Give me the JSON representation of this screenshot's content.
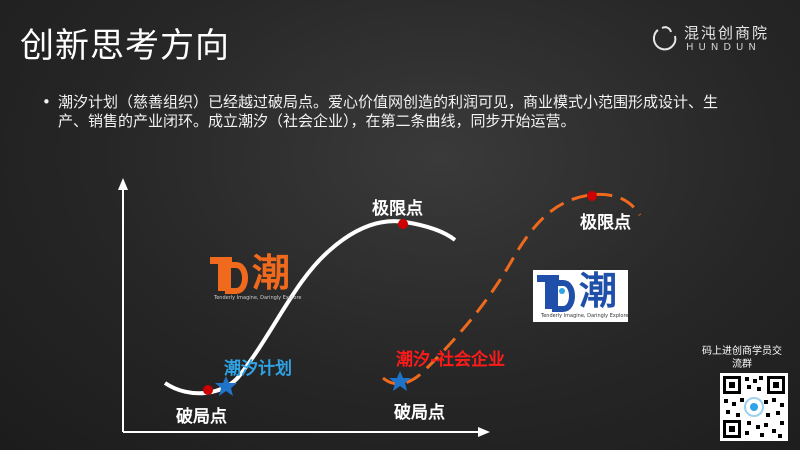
{
  "slide": {
    "title": "创新思考方向",
    "brand": {
      "name_cn": "混沌创商院",
      "name_en": "HUNDUN"
    },
    "bullet": "潮汐计划（慈善组织）已经越过破局点。爱心价值网创造的利润可见，商业模式小范围形成设计、生产、销售的产业闭环。成立潮汐（社会企业），在第二条曲线，同步开始运营。"
  },
  "diagram": {
    "curve1": {
      "start_label": "破局点",
      "peak_label": "极限点",
      "name_label": "潮汐计划",
      "name_color": "#2ea3e6",
      "curve_color": "#ffffff",
      "logo_text": "潮",
      "logo_tagline": "Tenderly Imagine, Daringly Explore",
      "logo_color": "#f06a1e"
    },
    "curve2": {
      "start_label": "破局点",
      "peak_label": "极限点",
      "name_label": "潮汐-社会企业",
      "name_color": "#ff1a1a",
      "curve_color": "#f06a1e",
      "logo_text": "潮",
      "logo_tagline": "Tenderly Imagine, Daringly Explore",
      "logo_color": "#1f4fa8"
    },
    "marker_color": "#cc0000",
    "star_color": "#1f74c9"
  },
  "qr": {
    "caption": "码上进创商学员交流群"
  }
}
